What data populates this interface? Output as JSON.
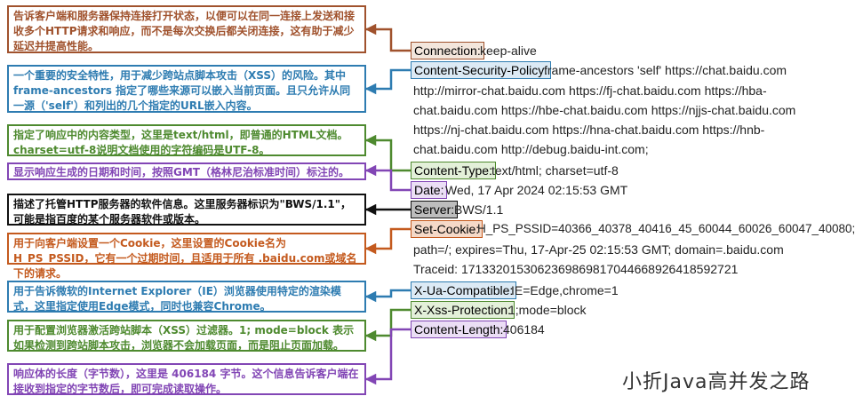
{
  "annotations": [
    {
      "id": "connection",
      "color": "#a0522d",
      "text": "告诉客户端和服务器保持连接打开状态，以便可以在同一连接上发送和接收多个HTTP请求和响应，而不是每次交换后都关闭连接，这有助于减少延迟并提高性能。"
    },
    {
      "id": "csp",
      "color": "#2e7cb1",
      "text": "一个重要的安全特性，用于减少跨站点脚本攻击（XSS）的风险。其中 frame-ancestors 指定了哪些来源可以嵌入当前页面。且只允许从同一源（'self'）和列出的几个指定的URL嵌入内容。"
    },
    {
      "id": "content_type",
      "color": "#4e8a2f",
      "text": "指定了响应中的内容类型，这里是text/html，即普通的HTML文档。charset=utf-8说明文档使用的字符编码是UTF-8。"
    },
    {
      "id": "date",
      "color": "#8246b5",
      "text": "显示响应生成的日期和时间，按照GMT（格林尼治标准时间）标注的。"
    },
    {
      "id": "server",
      "color": "#111111",
      "text": "描述了托管HTTP服务器的软件信息。这里服务器标识为\"BWS/1.1\"，可能是指百度的某个服务器软件或版本。"
    },
    {
      "id": "set_cookie",
      "color": "#c45a1e",
      "text": "用于向客户端设置一个Cookie，这里设置的Cookie名为 H_PS_PSSID，它有一个过期时间，且适用于所有 .baidu.com或域名下的请求。"
    },
    {
      "id": "ua_compat",
      "color": "#2e7cb1",
      "text": "用于告诉微软的Internet Explorer（IE）浏览器使用特定的渲染模式，这里指定使用Edge模式，同时也兼容Chrome。"
    },
    {
      "id": "xss",
      "color": "#4e8a2f",
      "text": "用于配置浏览器激活跨站脚本（XSS）过滤器。1; mode=block 表示如果检测到跨站脚本攻击，浏览器不会加载页面，而是阻止页面加载。"
    },
    {
      "id": "content_length",
      "color": "#8246b5",
      "text": "响应体的长度（字节数），这里是 406184 字节。这个信息告诉客户端在接收到指定的字节数后，即可完成读取操作。"
    }
  ],
  "headers": {
    "connection": {
      "name": "Connection:",
      "value": "keep-alive",
      "border": "#a0522d",
      "bg": "#f3e6dc"
    },
    "csp": {
      "name": "Content-Security-Policy:",
      "value": "frame-ancestors 'self' https://chat.baidu.com",
      "border": "#2e7cb1",
      "bg": "#dceaf5",
      "cont": [
        "http://mirror-chat.baidu.com https://fj-chat.baidu.com https://hba-",
        "chat.baidu.com https://hbe-chat.baidu.com https://njjs-chat.baidu.com",
        "https://nj-chat.baidu.com https://hna-chat.baidu.com https://hnb-",
        "chat.baidu.com http://debug.baidu-int.com;"
      ]
    },
    "content_type": {
      "name": "Content-Type:",
      "value": "text/html; charset=utf-8",
      "border": "#4e8a2f",
      "bg": "#e3f0d9"
    },
    "date": {
      "name": "Date:",
      "value": "Wed, 17 Apr 2024 02:15:53 GMT",
      "border": "#8246b5",
      "bg": "#ebdef5"
    },
    "server": {
      "name": "Server:",
      "value": "BWS/1.1",
      "border": "#111111",
      "bg": "#bdbdbd"
    },
    "set_cookie": {
      "name": "Set-Cookie:",
      "value": "H_PS_PSSID=40366_40378_40416_45_60044_60026_60047_40080;",
      "border": "#c45a1e",
      "bg": "#f5d9c8",
      "cont": [
        "path=/; expires=Thu, 17-Apr-25 02:15:53 GMT; domain=.baidu.com",
        "Traceid: 1713320153062369869817044668926418592721"
      ]
    },
    "ua_compat": {
      "name": "X-Ua-Compatible:",
      "value": "IE=Edge,chrome=1",
      "border": "#2e7cb1",
      "bg": "#dceaf5"
    },
    "xss": {
      "name": "X-Xss-Protection:",
      "value": "1;mode=block",
      "border": "#4e8a2f",
      "bg": "#e3f0d9"
    },
    "content_length": {
      "name": "Content-Length:",
      "value": "406184",
      "border": "#8246b5",
      "bg": "#ebdef5"
    }
  },
  "watermark": "小折Java高并发之路"
}
